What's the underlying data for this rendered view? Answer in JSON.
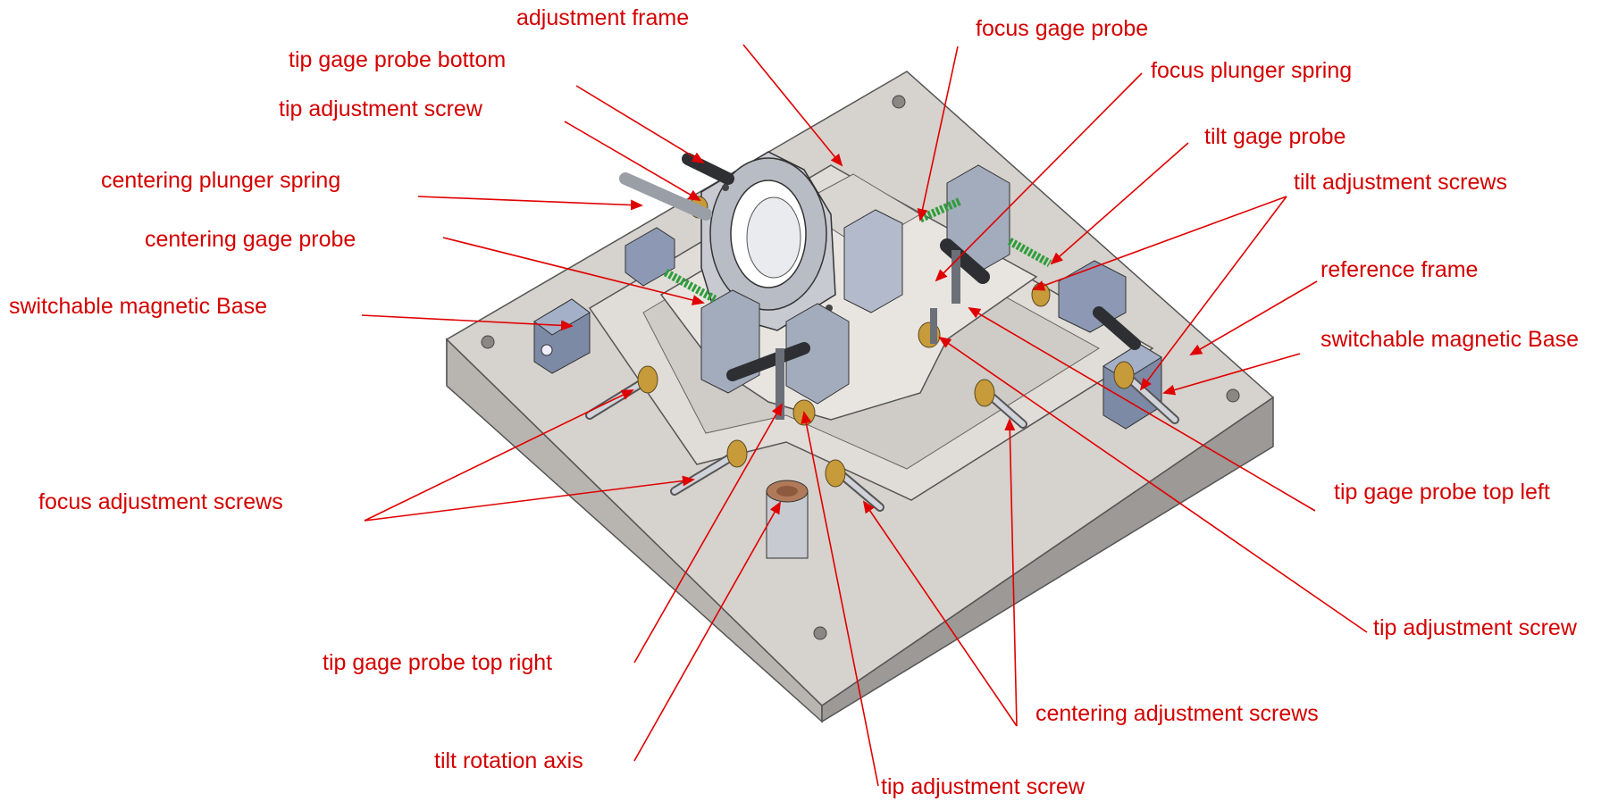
{
  "theme": {
    "label_color": "#d40000",
    "arrow_color": "#e00000",
    "plate_top": "#d6d2cd",
    "plate_side": "#a9a6a3",
    "frame": "#e0ddd8",
    "metal_dark": "#4a4d54",
    "metal_mid": "#8f949c",
    "metal_light": "#c7cad0",
    "blue_steel": "#7c8aa6",
    "brass": "#c79a3a",
    "spring_green": "#2e9d3a",
    "bronze": "#b07a5a"
  },
  "labels": {
    "adjustment_frame": "adjustment frame",
    "tip_gage_probe_bottom": "tip gage probe bottom",
    "tip_adjustment_screw_top": "tip adjustment screw",
    "centering_plunger_spring": "centering plunger spring",
    "centering_gage_probe": "centering gage probe",
    "switchable_magnetic_base_left": "switchable magnetic Base",
    "focus_adjustment_screws": "focus adjustment screws",
    "tip_gage_probe_top_right": "tip gage probe top right",
    "tilt_rotation_axis": "tilt rotation axis",
    "tip_adjustment_screw_bottom": "tip adjustment screw",
    "centering_adjustment_screws": "centering adjustment screws",
    "tip_adjustment_screw_right": "tip adjustment screw",
    "tip_gage_probe_top_left": "tip gage probe top left",
    "switchable_magnetic_base_right": "switchable magnetic Base",
    "reference_frame": "reference frame",
    "tilt_adjustment_screws": "tilt adjustment screws",
    "tilt_gage_probe": "tilt gage probe",
    "focus_plunger_spring": "focus plunger spring",
    "focus_gage_probe": "focus gage probe"
  }
}
